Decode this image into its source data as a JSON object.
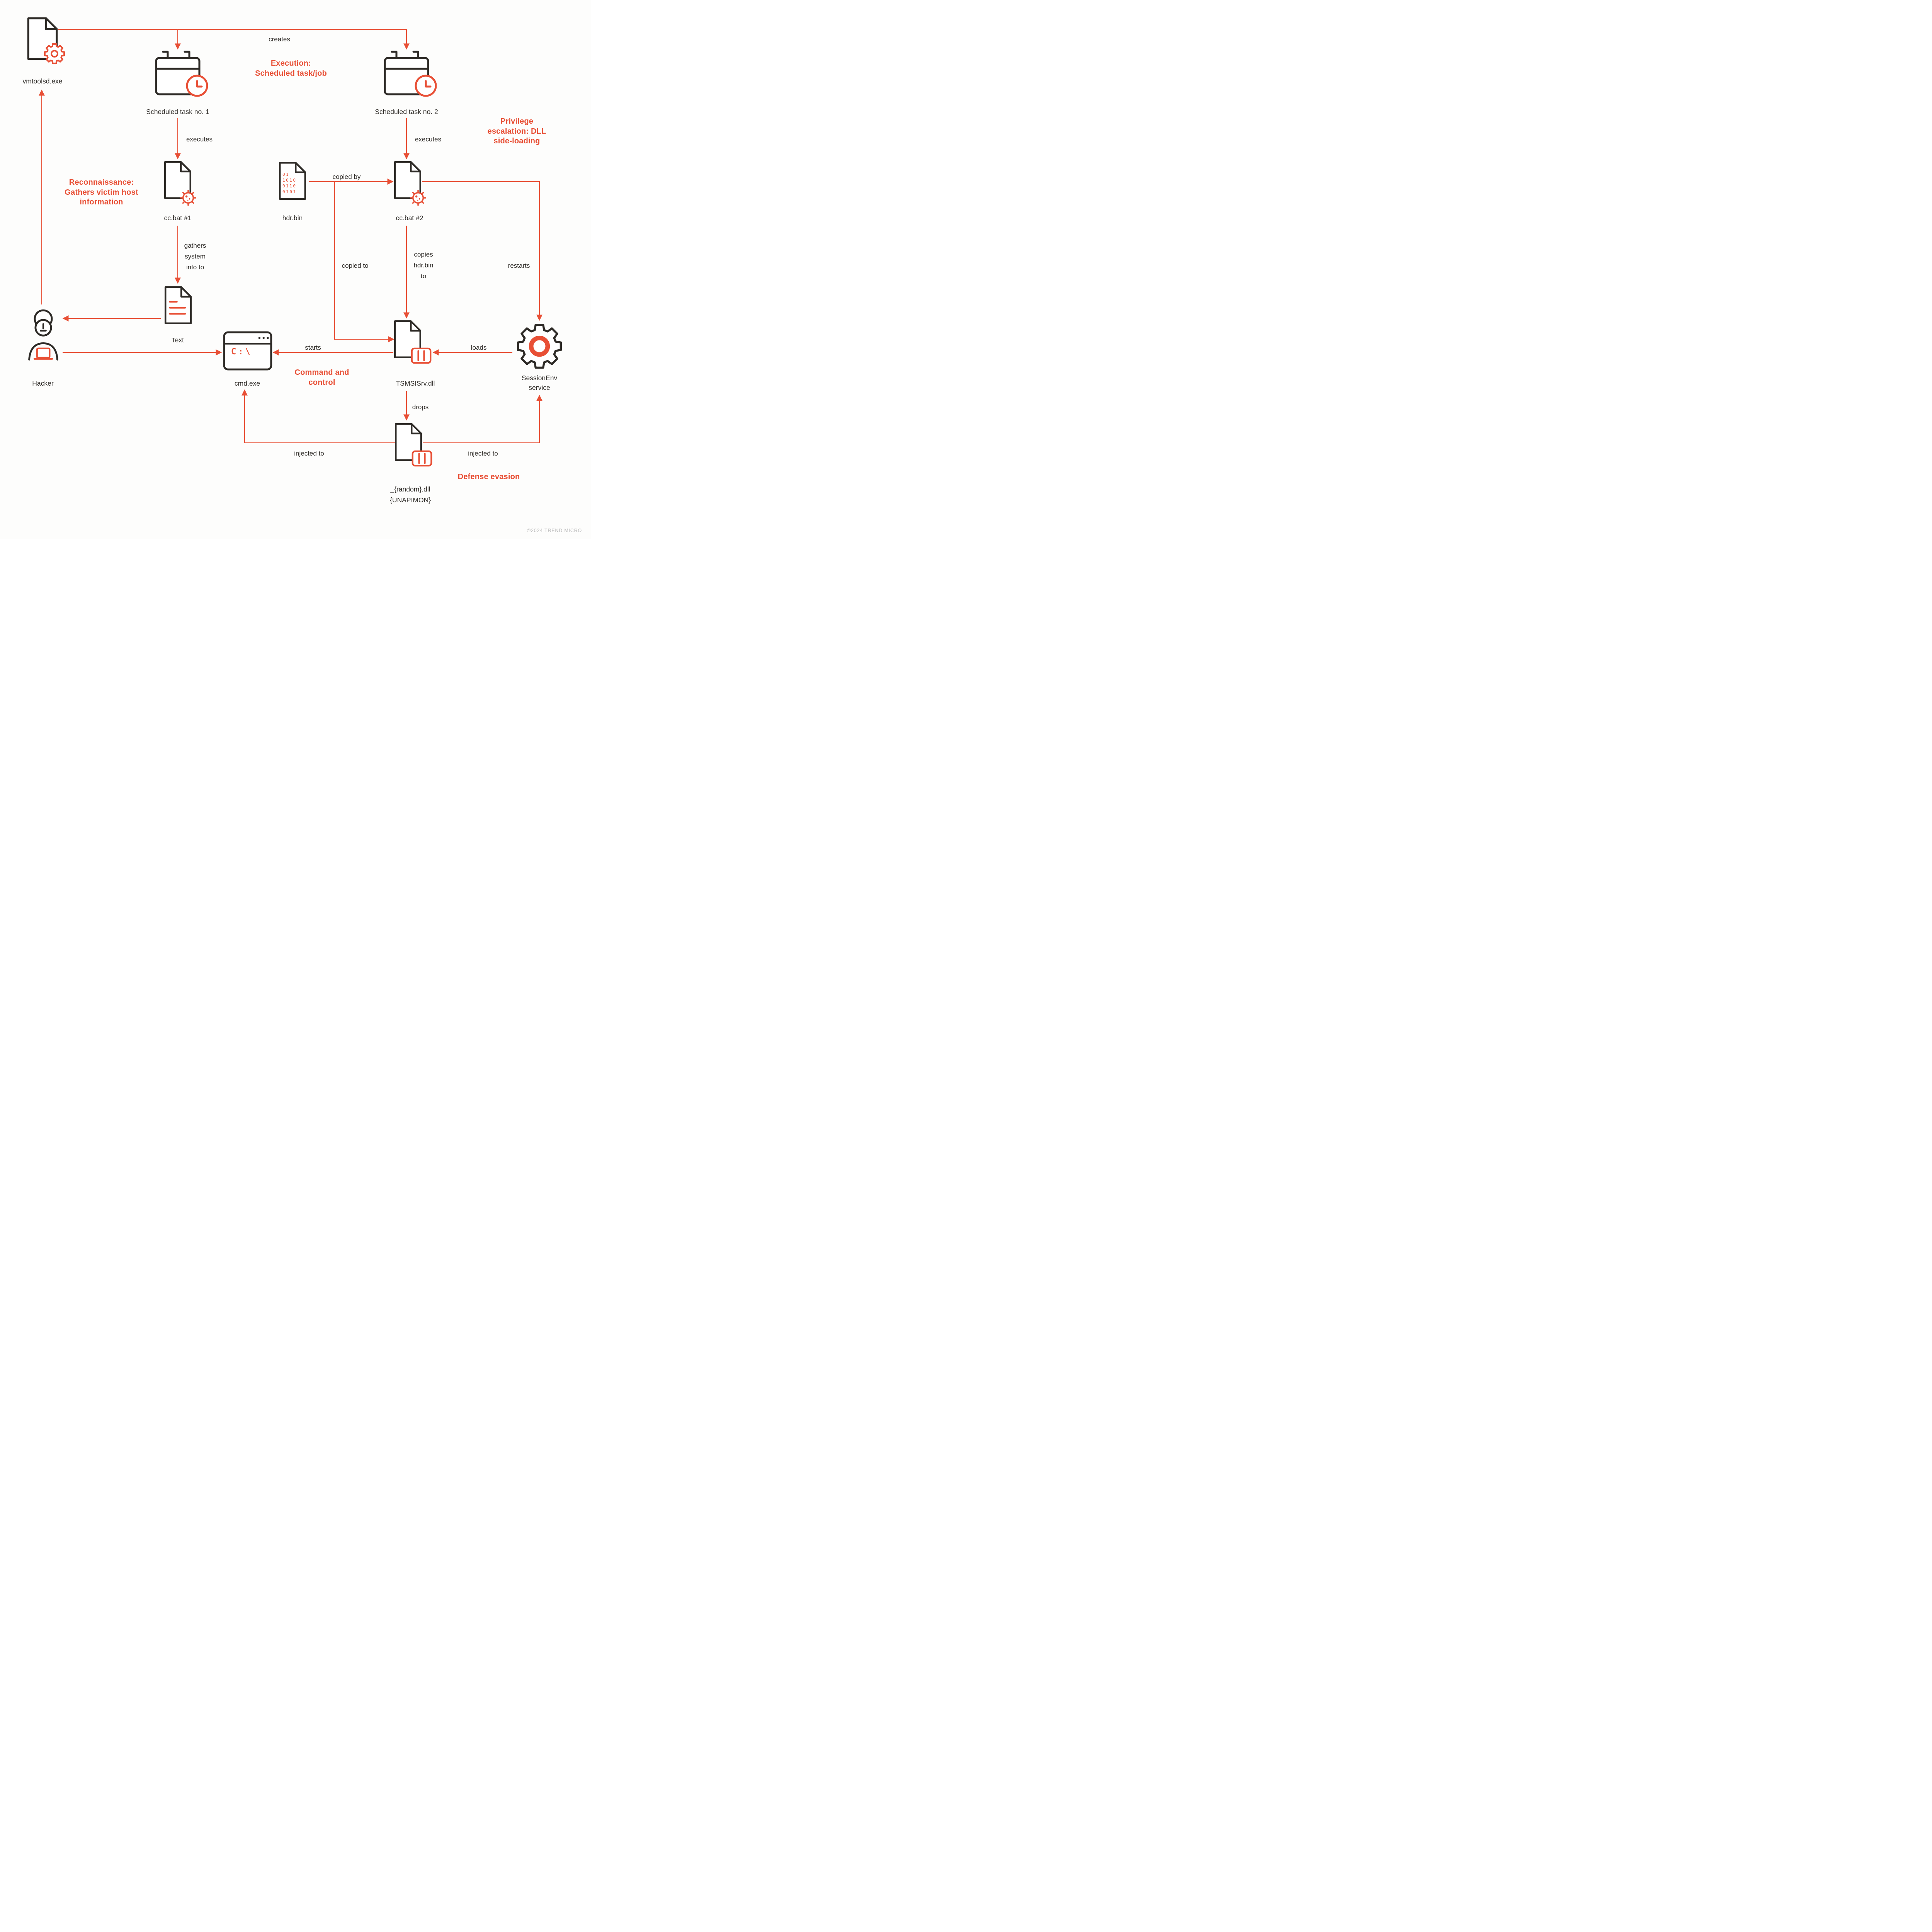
{
  "colors": {
    "accent": "#e84f35",
    "ink": "#2d2a26",
    "background": "#fdfdfc",
    "footer_gray": "#b9b9b9"
  },
  "nodes": {
    "vmtoolsd": {
      "label": "vmtoolsd.exe"
    },
    "task1": {
      "label": "Scheduled task no. 1"
    },
    "task2": {
      "label": "Scheduled task no. 2"
    },
    "ccbat1": {
      "label": "cc.bat #1"
    },
    "hdrbin": {
      "label": "hdr.bin",
      "binary": "01\n1010\n0110\n0101"
    },
    "ccbat2": {
      "label": "cc.bat #2"
    },
    "textfile": {
      "label": "Text"
    },
    "hacker": {
      "label": "Hacker"
    },
    "cmd": {
      "label": "cmd.exe",
      "prompt": "C:\\"
    },
    "tsmsisrv": {
      "label": "TSMSISrv.dll"
    },
    "sessionenv": {
      "label": "SessionEnv\nservice"
    },
    "randomdll": {
      "label": "_{random}.dll\n{UNAPIMON}"
    }
  },
  "edges": {
    "creates": "creates",
    "executes_1": "executes",
    "executes_2": "executes",
    "copied_by": "copied by",
    "copied_to": "copied to",
    "gathers": "gathers\nsystem\ninfo to",
    "copies": "copies\nhdr.bin\nto",
    "restarts": "restarts",
    "starts": "starts",
    "loads": "loads",
    "drops": "drops",
    "injected_left": "injected to",
    "injected_right": "injected to"
  },
  "annotations": {
    "execution": "Execution:\nScheduled task/job",
    "privilege": "Privilege\nescalation: DLL\nside-loading",
    "recon": "Reconnaissance:\nGathers victim host\ninformation",
    "c2": "Command and\ncontrol",
    "defense": "Defense evasion"
  },
  "footer": "©2024 TREND MICRO"
}
